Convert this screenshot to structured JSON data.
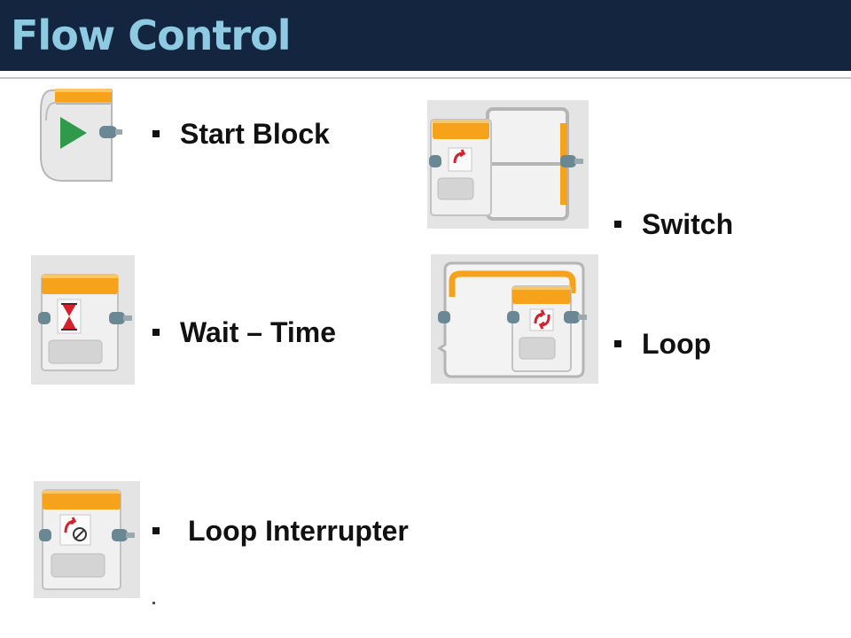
{
  "slide": {
    "title": "Flow Control"
  },
  "items": [
    {
      "label": "Start Block",
      "icon": "start-block-icon"
    },
    {
      "label": "Switch",
      "icon": "switch-block-icon"
    },
    {
      "label": "Wait – Time",
      "icon": "wait-time-block-icon"
    },
    {
      "label": "Loop",
      "icon": "loop-block-icon"
    },
    {
      "label": "Loop Interrupter",
      "icon": "loop-interrupter-block-icon"
    }
  ],
  "colors": {
    "title_bar": "#13253f",
    "title_text": "#8ecbe3",
    "block_orange": "#f7a21b",
    "block_gray": "#e6e6e6",
    "start_green": "#2e9a4a",
    "loop_red": "#d6202b"
  }
}
